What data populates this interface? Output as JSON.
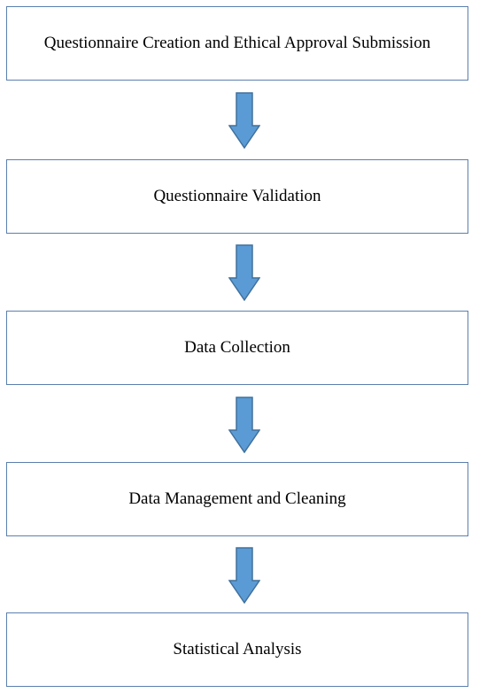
{
  "flowchart": {
    "steps": [
      {
        "label": "Questionnaire Creation and Ethical Approval Submission"
      },
      {
        "label": "Questionnaire Validation"
      },
      {
        "label": "Data Collection"
      },
      {
        "label": "Data Management and Cleaning"
      },
      {
        "label": "Statistical Analysis"
      }
    ],
    "colors": {
      "box_border": "#5b7fae",
      "arrow_fill": "#5b9bd5",
      "arrow_stroke": "#41719c"
    },
    "arrow_icon": "down-arrow-icon"
  }
}
